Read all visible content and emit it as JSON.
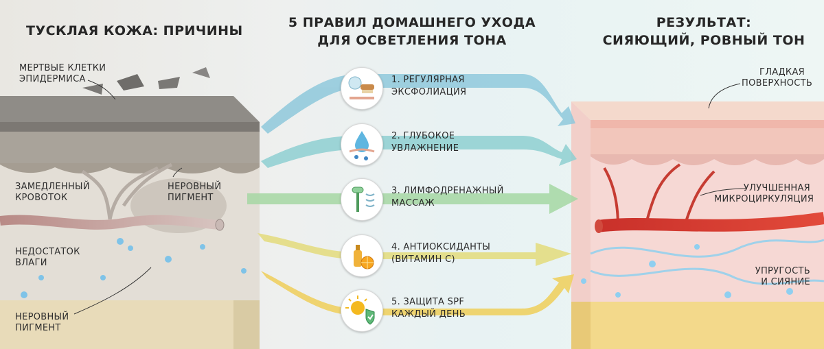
{
  "left": {
    "title": "ТУСКЛАЯ КОЖА: ПРИЧИНЫ",
    "labels": {
      "dead_cells_1": "МЕРТВЫЕ КЛЕТКИ",
      "dead_cells_2": "ЭПИДЕРМИСА",
      "uneven_pigment_top_1": "НЕРОВНЫЙ",
      "uneven_pigment_top_2": "ПИГМЕНТ",
      "slow_blood_1": "ЗАМЕДЛЕННЫЙ",
      "slow_blood_2": "КРОВОТОК",
      "lack_moisture_1": "НЕДОСТАТОК",
      "lack_moisture_2": "ВЛАГИ",
      "uneven_pigment_bottom_1": "НЕРОВНЫЙ",
      "uneven_pigment_bottom_2": "ПИГМЕНТ"
    }
  },
  "center": {
    "title_line1": "5 ПРАВИЛ ДОМАШНЕГО УХОДА",
    "title_line2": "ДЛЯ ОСВЕТЛЕНИЯ ТОНА",
    "rules": [
      {
        "line1": "1. РЕГУЛЯРНАЯ",
        "line2": "ЭКСФОЛИАЦИЯ",
        "icon": "exfoliation-brush-icon",
        "color": "#8fc9dc"
      },
      {
        "line1": "2. ГЛУБОКОЕ",
        "line2": "УВЛАЖНЕНИЕ",
        "icon": "water-drop-icon",
        "color": "#8fd0d2"
      },
      {
        "line1": "3. ЛИМФОДРЕНАЖНЫЙ",
        "line2": "МАССАЖ",
        "icon": "face-roller-icon",
        "color": "#9fd4a0"
      },
      {
        "line1": "4. АНТИОКСИДАНТЫ",
        "line2": "(ВИТАМИН C)",
        "icon": "serum-orange-icon",
        "color": "#e8dc7a"
      },
      {
        "line1": "5. ЗАЩИТА SPF",
        "line2": "КАЖДЫЙ ДЕНЬ",
        "icon": "sun-shield-icon",
        "color": "#f0cf5a"
      }
    ]
  },
  "right": {
    "title_line1": "РЕЗУЛЬТАТ:",
    "title_line2": "СИЯЮЩИЙ, РОВНЫЙ ТОН",
    "labels": {
      "smooth_1": "ГЛАДКАЯ",
      "smooth_2": "ПОВЕРХНОСТЬ",
      "micro_1": "УЛУЧШЕННАЯ",
      "micro_2": "МИКРОЦИРКУЛЯЦИЯ",
      "elastic_1": "УПРУГОСТЬ",
      "elastic_2": "И СИЯНИЕ"
    }
  }
}
